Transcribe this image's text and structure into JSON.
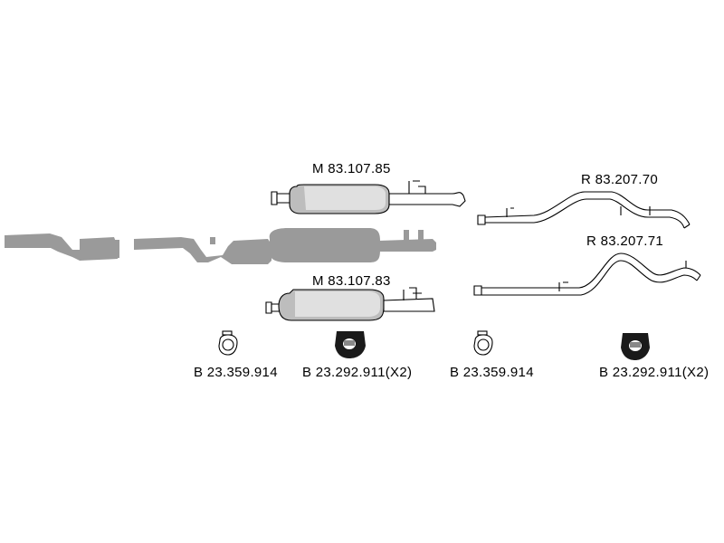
{
  "parts": {
    "middle_upper": "M 83.107.85",
    "middle_lower": "M 83.107.83",
    "rear_upper": "R 83.207.70",
    "rear_lower": "R 83.207.71"
  },
  "accessories": [
    {
      "code": "B 23.359.914",
      "icon": "clamp-icon"
    },
    {
      "code": "B 23.292.911(X2)",
      "icon": "rubber-hanger-icon"
    },
    {
      "code": "B 23.359.914",
      "icon": "clamp-icon"
    },
    {
      "code": "B 23.292.911(X2)",
      "icon": "rubber-hanger-icon"
    }
  ],
  "colors": {
    "line": "#000000",
    "silhouette": "#9a9a9a",
    "fill": "#ffffff"
  }
}
